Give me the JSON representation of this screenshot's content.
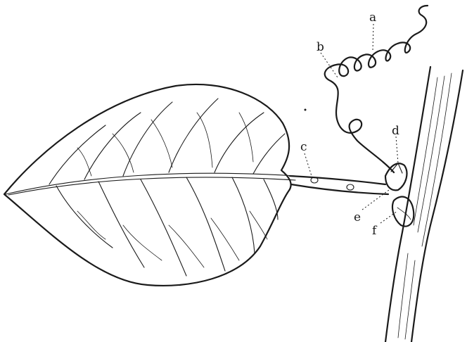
{
  "figure": {
    "labels": {
      "a": "a",
      "b": "b",
      "c": "c",
      "d": "d",
      "e": "e",
      "f": "f"
    }
  }
}
